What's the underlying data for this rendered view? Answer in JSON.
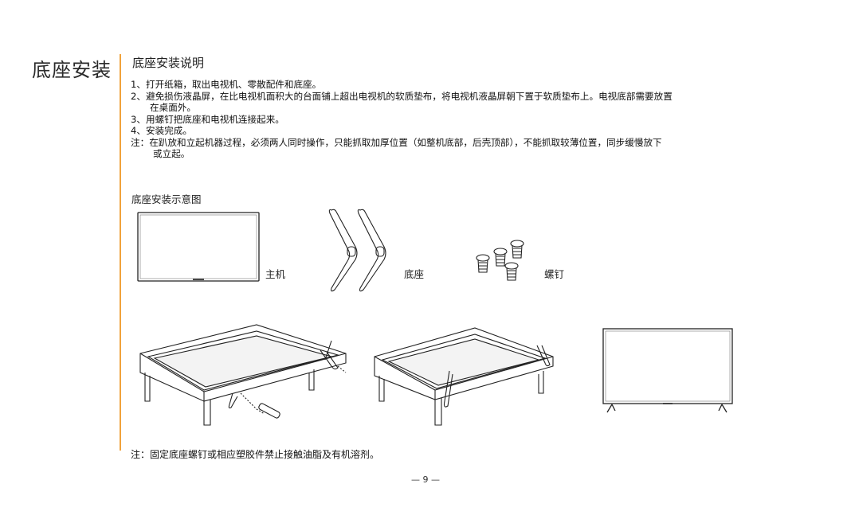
{
  "section_title": "底座安装",
  "subtitle": "底座安装说明",
  "steps": [
    "1、打开纸箱，取出电视机、零散配件和底座。",
    "2、避免损伤液晶屏，在比电视机面积大的台面铺上超出电视机的软质垫布，将电视机液晶屏朝下置于软质垫布上。电视底部需要放置",
    "在桌面外。",
    "3、用螺钉把底座和电视机连接起来。",
    "4、安装完成。",
    "注：在趴放和立起机器过程，必须两人同时操作，只能抓取加厚位置（如整机底部，后壳顶部），不能抓取较薄位置，同步缓慢放下",
    "或立起。"
  ],
  "diagram_title": "底座安装示意图",
  "parts": {
    "tv_label": "主机",
    "stand_label": "底座",
    "screw_label": "螺钉"
  },
  "footnote": "注：固定底座螺钉或相应塑胶件禁止接触油脂及有机溶剂。",
  "page_number": "— 9 —",
  "colors": {
    "divider": "#f0a23b",
    "text": "#1a1a1a"
  }
}
